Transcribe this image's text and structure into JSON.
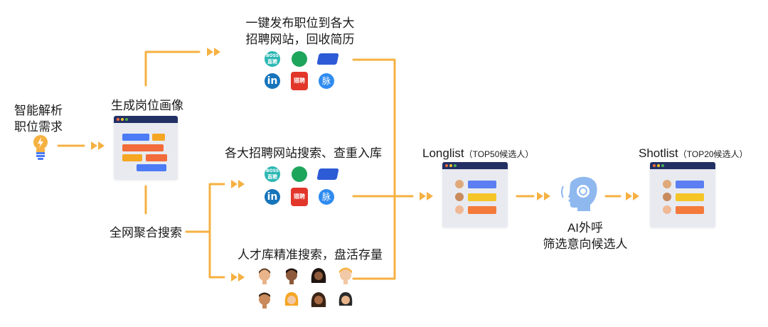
{
  "nodes": {
    "analyze": "智能解析\n职位需求",
    "persona": "生成岗位画像",
    "search_all": "全网聚合搜索",
    "publish": "一键发布职位到各大\n招聘网站，回收简历",
    "site_search": "各大招聘网站搜索、查重入库",
    "talent_pool": "人才库精准搜索，盘活存量",
    "longlist_title": "Longlist",
    "longlist_sub": "（TOP50候选人）",
    "shotlist_title": "Shotlist",
    "shotlist_sub": "（TOP20候选人）",
    "ai_call": "AI外呼\n筛选意向候选人"
  },
  "logos": {
    "boss_line1": "BOSS",
    "boss_line2": "直聘",
    "liepin": "猎聘",
    "linkedin": "in",
    "maimai": "脉"
  },
  "colors": {
    "arrow": "#f5b142",
    "window_bar": "#223064",
    "window_body": "#e8eaf0",
    "tag_blue": "#4b7bf5",
    "tag_orange": "#f5a623",
    "tag_red": "#f26b3a",
    "cand_blue": "#5b7ff2",
    "cand_yellow": "#f5c527",
    "cand_orange": "#f47a3a",
    "ai_head": "#8fb8ef"
  }
}
